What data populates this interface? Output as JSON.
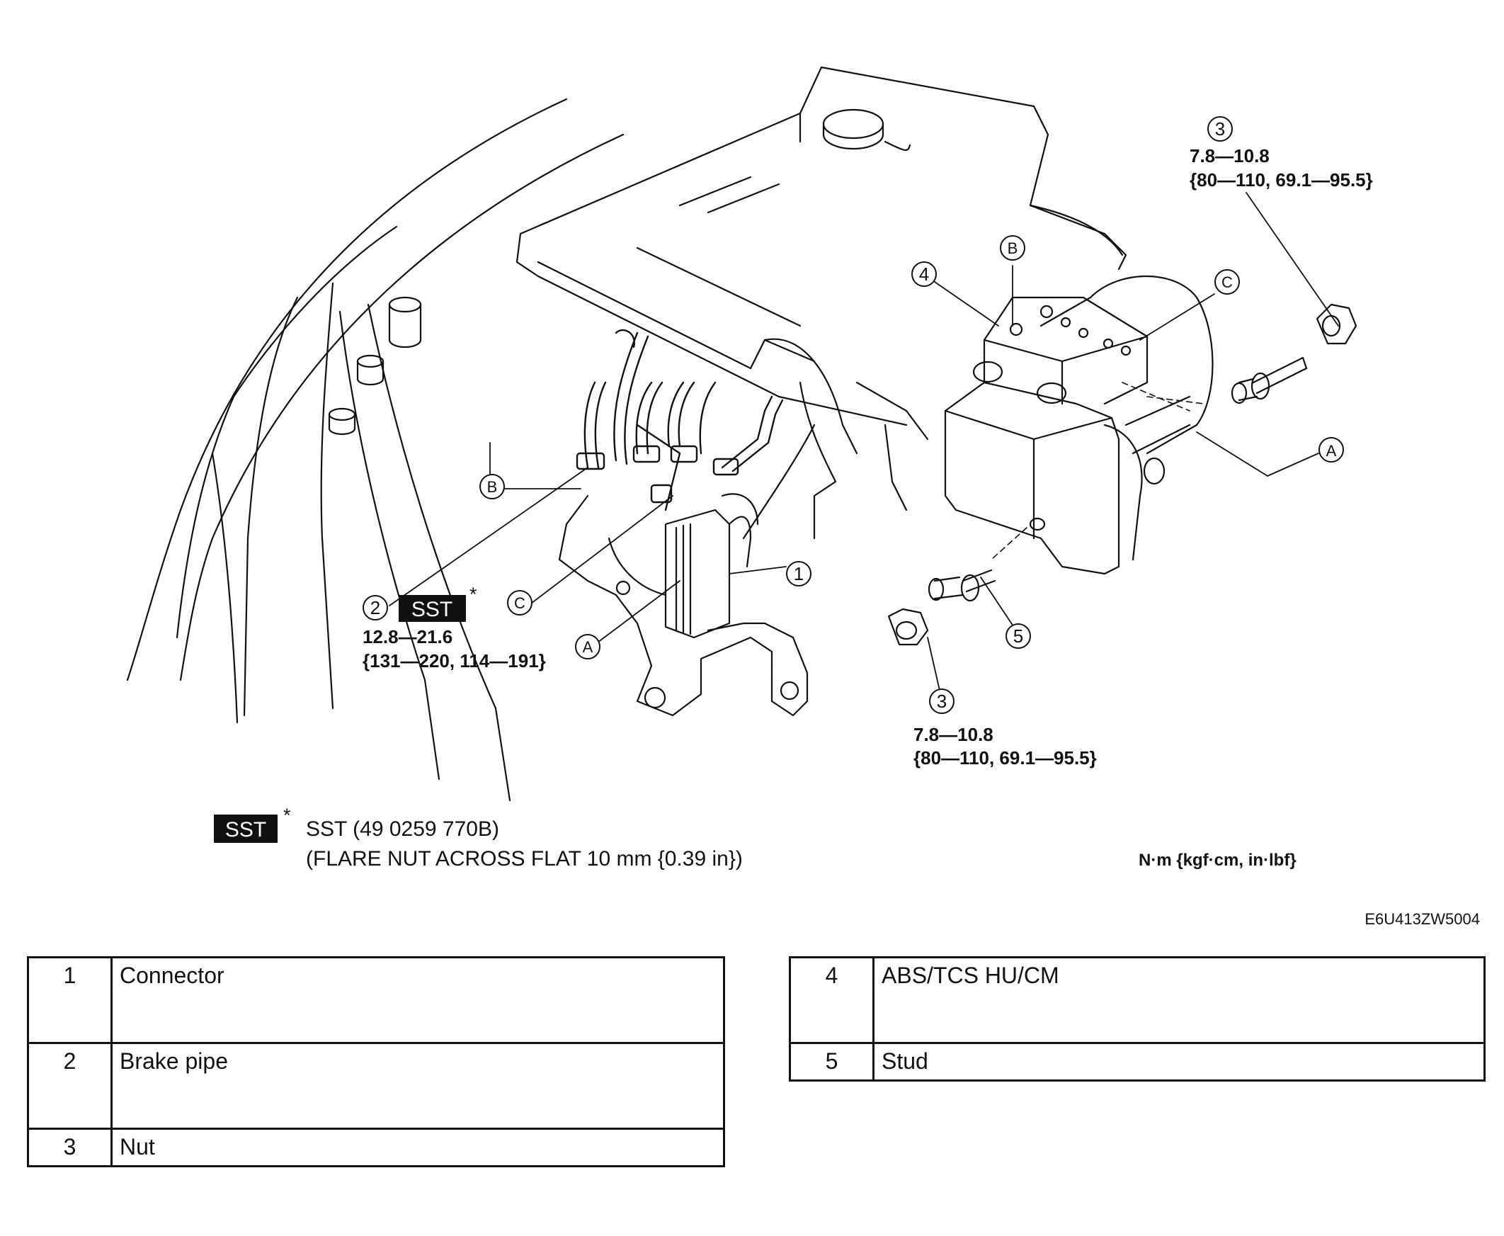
{
  "callouts": {
    "c1": "1",
    "c2": "2",
    "c3_top": "3",
    "c3_bottom": "3",
    "c4": "4",
    "c5": "5",
    "a1": "A",
    "a2": "A",
    "b1": "B",
    "b2": "B",
    "c_left": "C",
    "c_right": "C"
  },
  "torques": {
    "nut_top": {
      "line1": "7.8—10.8",
      "line2": "{80—110, 69.1—95.5}"
    },
    "nut_bottom": {
      "line1": "7.8—10.8",
      "line2": "{80—110, 69.1—95.5}"
    },
    "brake_pipe": {
      "sst": "SST",
      "line1": "12.8—21.6",
      "line2": "{131—220, 114—191}"
    }
  },
  "sst_note": {
    "badge": "SST",
    "asterisk": "*",
    "line1": "SST (49 0259 770B)",
    "line2": "(FLARE NUT ACROSS FLAT 10 mm {0.39 in})"
  },
  "units": "N·m {kgf·cm, in·lbf}",
  "figure_ref": "E6U413ZW5004",
  "parts_left": [
    {
      "num": "1",
      "name": "Connector"
    },
    {
      "num": "2",
      "name": "Brake pipe"
    },
    {
      "num": "3",
      "name": "Nut"
    }
  ],
  "parts_right": [
    {
      "num": "4",
      "name": "ABS/TCS HU/CM"
    },
    {
      "num": "5",
      "name": "Stud"
    }
  ]
}
